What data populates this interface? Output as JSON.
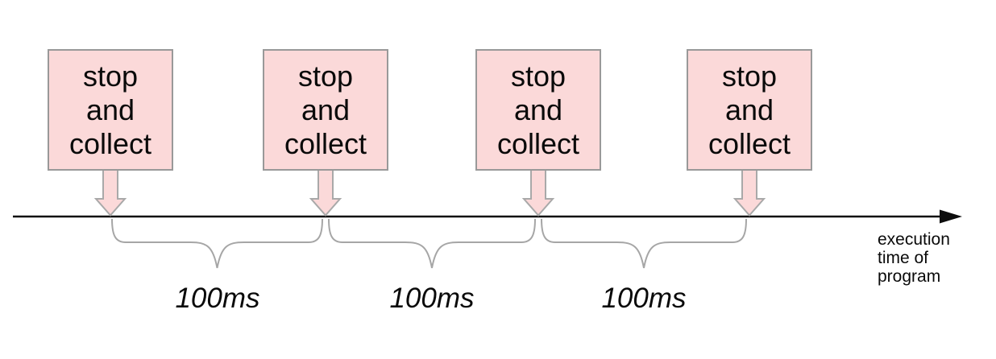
{
  "diagram": {
    "boxes": [
      {
        "label": "stop\nand\ncollect"
      },
      {
        "label": "stop\nand\ncollect"
      },
      {
        "label": "stop\nand\ncollect"
      },
      {
        "label": "stop\nand\ncollect"
      }
    ],
    "intervals": [
      {
        "label": "100ms"
      },
      {
        "label": "100ms"
      },
      {
        "label": "100ms"
      }
    ],
    "axis_label": "execution\ntime of\nprogram",
    "colors": {
      "box_fill": "#fbd9d9",
      "box_border": "#999999",
      "arrow_fill": "#fbd9d9",
      "arrow_stroke": "#a9a9a9",
      "brace_stroke": "#a6a6a6",
      "axis_color": "#0d0d0d",
      "text_color": "#0a0a0a"
    }
  }
}
